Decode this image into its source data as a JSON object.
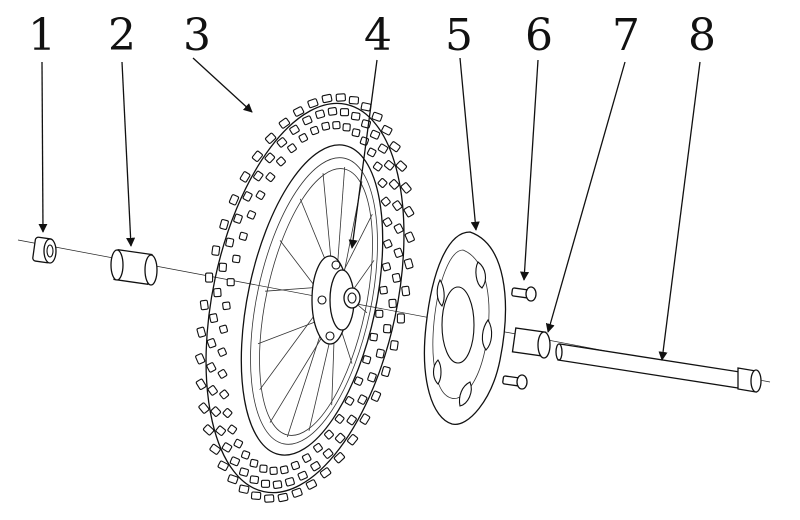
{
  "callouts": [
    {
      "label": "1",
      "part": "axle-nut"
    },
    {
      "label": "2",
      "part": "left-spacer"
    },
    {
      "label": "3",
      "part": "tire"
    },
    {
      "label": "4",
      "part": "hub-bearing"
    },
    {
      "label": "5",
      "part": "brake-disc"
    },
    {
      "label": "6",
      "part": "disc-bolt"
    },
    {
      "label": "7",
      "part": "right-spacer"
    },
    {
      "label": "8",
      "part": "axle"
    }
  ]
}
